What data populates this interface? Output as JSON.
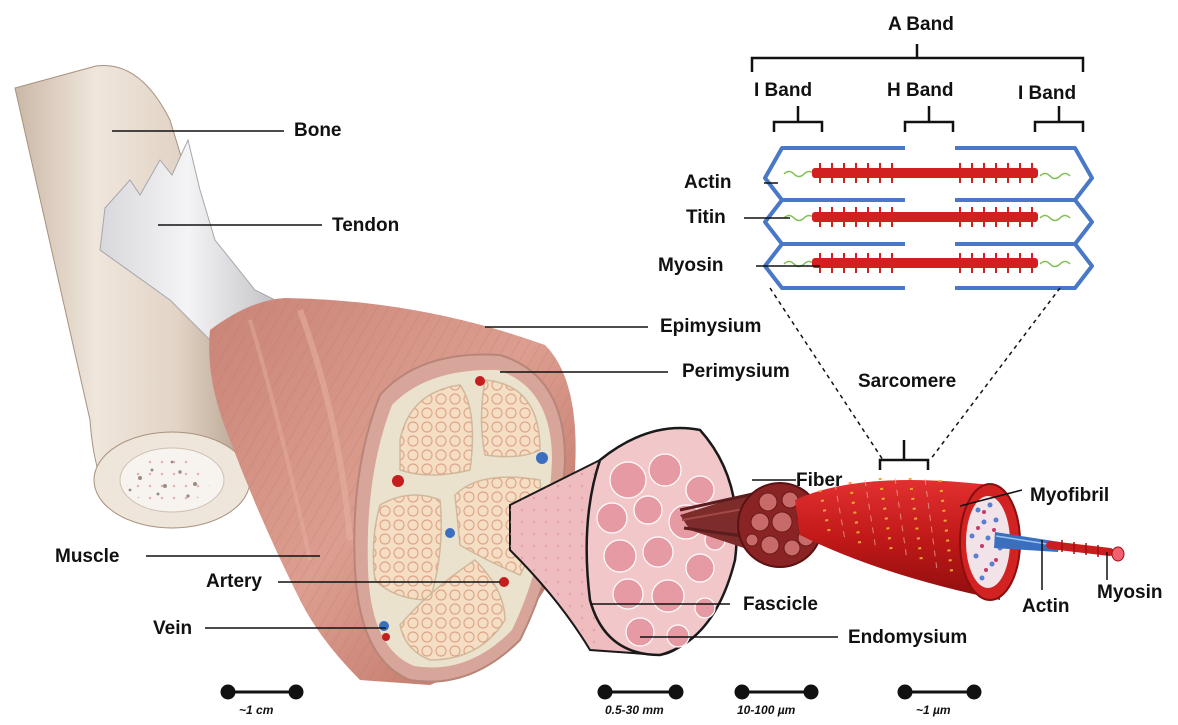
{
  "labels": {
    "bone": "Bone",
    "tendon": "Tendon",
    "muscle": "Muscle",
    "artery": "Artery",
    "vein": "Vein",
    "epimysium": "Epimysium",
    "perimysium": "Perimysium",
    "fascicle": "Fascicle",
    "endomysium": "Endomysium",
    "fiber": "Fiber",
    "myofibril": "Myofibril",
    "actin_fibril": "Actin",
    "myosin_fibril": "Myosin",
    "sarcomere": "Sarcomere",
    "a_band": "A Band",
    "i_band_left": "I Band",
    "h_band": "H Band",
    "i_band_right": "I Band",
    "actin": "Actin",
    "titin": "Titin",
    "myosin": "Myosin"
  },
  "scale_bars": {
    "muscle": "~1 cm",
    "fascicle": "0.5-30 mm",
    "fiber": "10-100 µm",
    "myofibril": "~1 µm"
  },
  "colors": {
    "muscle": "#d9978a",
    "muscle_dark": "#b86e62",
    "bone": "#e4d8cc",
    "tendon": "#e8e8ea",
    "fascicle_core": "#f5dfc4",
    "perimysium": "#ece3cf",
    "myofibril": "#c81e1e",
    "z_disc": "#4a78c8",
    "filament": "#d21f1f",
    "titin": "#7fbf4f",
    "artery": "#c41e1e",
    "vein": "#3a6fc0"
  }
}
